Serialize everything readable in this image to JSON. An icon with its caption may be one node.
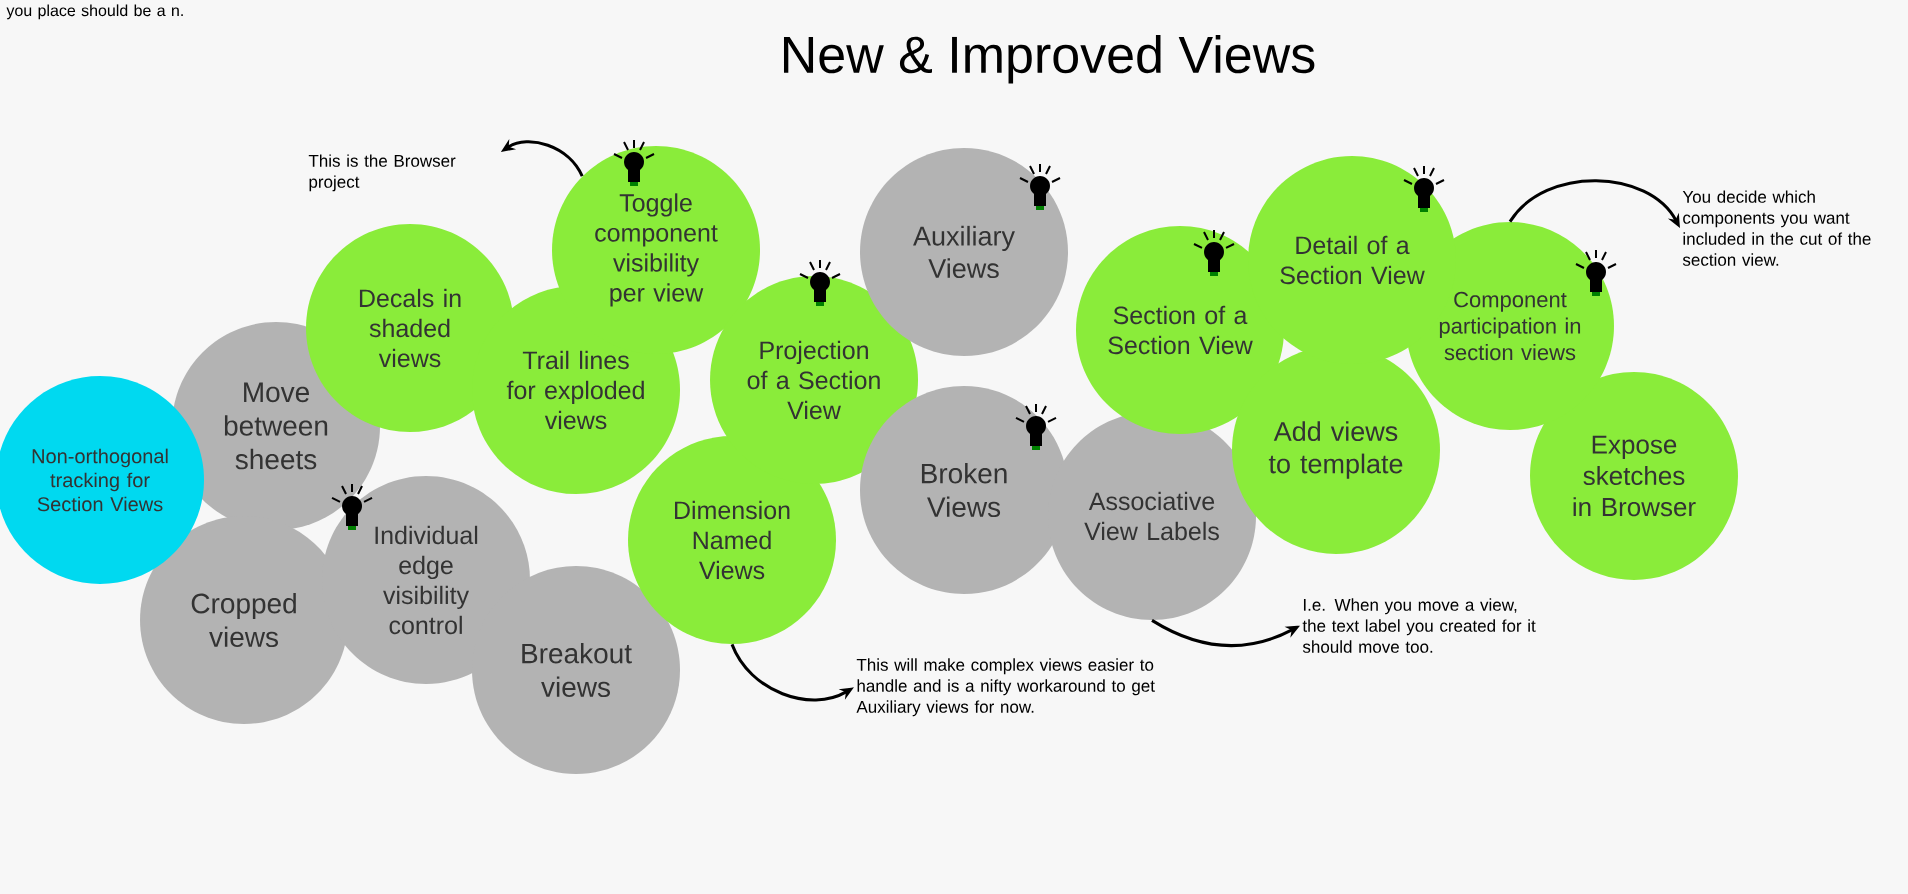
{
  "diagram": {
    "title": "New & Improved Views",
    "nodes": [
      {
        "text": [
          "Non-orthogonal tracking for Section Views"
        ]
      },
      {
        "text": [
          "Move between sheets"
        ]
      },
      {
        "text": [
          "Decals in shaded views"
        ]
      },
      {
        "text": [
          "Toggle component visibility per view"
        ]
      },
      {
        "text": [
          "Trail lines for exploded views"
        ]
      },
      {
        "text": [
          "Projection of a Section View"
        ]
      },
      {
        "text": [
          "Auxiliary Views"
        ]
      },
      {
        "text": [
          "Cropped views"
        ]
      },
      {
        "text": [
          "Individual edge visibility control"
        ]
      },
      {
        "text": [
          "Dimension Named Views"
        ]
      },
      {
        "text": [
          "Breakout views"
        ]
      },
      {
        "text": [
          "Broken Views"
        ]
      },
      {
        "text": [
          "Associative View Labels"
        ]
      },
      {
        "text": [
          "Section of a Section View"
        ]
      },
      {
        "text": [
          "Detail of a Section View"
        ]
      },
      {
        "text": [
          "Add views to template"
        ]
      },
      {
        "text": [
          "Component participation in section views"
        ]
      },
      {
        "text": [
          "Expose sketches in Browser"
        ]
      },
      {
        "text": [
          "This is the Browser project"
        ]
      },
      {
        "text": [
          "This will make complex views easier to handle and is a nifty workaround to get Auxiliary views for now."
        ]
      },
      {
        "text": [
          "I.e. When you move a view, the text label you created for it should move too."
        ]
      },
      {
        "text": [
          "You decide which components you want included in the cut of the section view."
        ]
      }
    ],
    "edges": [
      {
        "from": 3,
        "to": 18,
        "arrow": "to"
      },
      {
        "from": 9,
        "to": 19,
        "arrow": "to"
      },
      {
        "from": 12,
        "to": 20,
        "arrow": "to"
      },
      {
        "from": 16,
        "to": 21,
        "arrow": "to"
      }
    ],
    "labels": [
      "you place should be a n."
    ]
  }
}
